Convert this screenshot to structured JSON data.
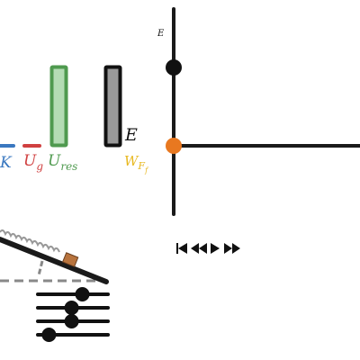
{
  "energy_bars": {
    "kinetic": {
      "label": "K",
      "level": 0.0,
      "color": "#3a78c0"
    },
    "gravitational": {
      "label": "U",
      "subscript": "g",
      "level": 0.0,
      "color": "#d04040"
    },
    "elastic": {
      "label": "U",
      "subscript": "res",
      "level": 1.0,
      "color": "#4f9a4f"
    },
    "total": {
      "label": "E",
      "level": 1.0,
      "color": "#111111"
    },
    "friction_work": {
      "label": "W",
      "subscript": "F",
      "subsubscript": "f",
      "level": 0.0,
      "color": "#e8b820"
    }
  },
  "graph": {
    "y_axis_label": "E"
  },
  "playback": {
    "buttons": [
      "skip-to-start",
      "step-back",
      "play",
      "step-forward"
    ]
  },
  "colors": {
    "ramp": "#1a1a1a",
    "spring": "#999999",
    "block": "#b8743e",
    "marker_orange": "#e87820",
    "dashed": "#888888"
  },
  "sliders": {
    "values": [
      0.65,
      0.48,
      0.48,
      0.12
    ]
  }
}
